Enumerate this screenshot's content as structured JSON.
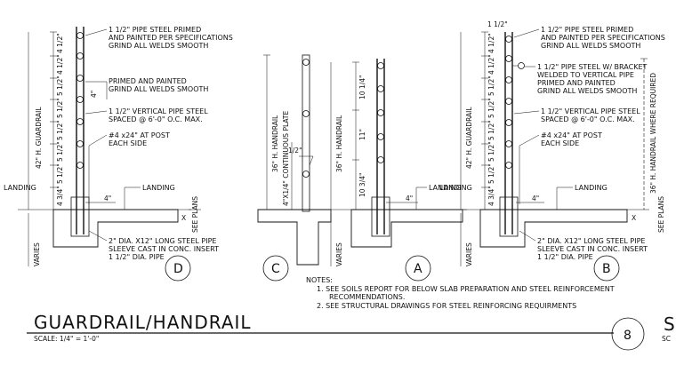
{
  "title": "GUARDRAIL/HANDRAIL",
  "scale": "SCALE: 1/4\" = 1'-0\"",
  "sheet_number": "8",
  "edge_text": "S",
  "edge_scale": "SC",
  "notes": {
    "heading": "NOTES:",
    "items": [
      "1. SEE SOILS REPORT FOR BELOW SLAB PREPARATION AND STEEL REINFORCEMENT",
      "RECOMMENDATIONS.",
      "2. SEE STRUCTURAL DRAWINGS FOR STEEL REINFORCING REQUIRMENTS"
    ]
  },
  "detail_d": {
    "tag": "D",
    "height_dim": "42\" H. GUARDRAIL",
    "dims": [
      "4 1/2\"",
      "4 1/2\"",
      "5 1/2\"",
      "5 1/2\"",
      "5 1/2\"",
      "5 1/2\"",
      "5 1/2\"",
      "4 3/4\""
    ],
    "spacing_dim": "4\"",
    "varies": "VARIES",
    "landing_left": "LANDING",
    "landing_right": "LANDING",
    "callout_pipe": [
      "1 1/2\" PIPE STEEL PRIMED",
      "AND PAINTED PER SPECIFICATIONS",
      "GRIND ALL WELDS SMOOTH"
    ],
    "callout_paint": [
      "PRIMED AND PAINTED",
      "GRIND ALL WELDS SMOOTH"
    ],
    "callout_vertical": [
      "1 1/2\" VERTICAL PIPE STEEL",
      "SPACED @ 6'-0\" O.C. MAX."
    ],
    "callout_rebar": [
      "#4 x24\" AT POST",
      "EACH SIDE"
    ],
    "callout_sleeve": [
      "2\" DIA. X12\" LONG STEEL PIPE",
      "SLEEVE CAST IN CONC. INSERT",
      "1 1/2\" DIA. PIPE"
    ],
    "see_plans": "SEE PLANS",
    "x_mark": "X"
  },
  "detail_c": {
    "tag": "C",
    "height_dim": "36\" H. HANDRAIL",
    "plate": "4\"X1/4\" CONTINUOUS PLATE",
    "offset": "1/2\""
  },
  "detail_a": {
    "tag": "A",
    "height_dim": "36\" H. HANDRAIL",
    "dims": [
      "10 1/4\"",
      "11\"",
      "10 3/4\""
    ],
    "landing": "LANDING",
    "spacing_dim": "4\"",
    "varies": "VARIES"
  },
  "detail_b": {
    "tag": "B",
    "top_dim": "1 1/2\"",
    "height_dim": "42\" H. GUARDRAIL",
    "dims": [
      "4 1/2\"",
      "4 1/2\"",
      "5 1/2\"",
      "5 1/2\"",
      "5 1/2\"",
      "5 1/2\"",
      "5 1/2\"",
      "4 3/4\""
    ],
    "spacing_dim": "4\"",
    "varies": "VARIES",
    "landing_left": "LANDING",
    "landing_right": "LANDING",
    "callout_pipe": [
      "1 1/2\" PIPE STEEL PRIMED",
      "AND PAINTED PER SPECIFICATIONS",
      "GRIND ALL WELDS SMOOTH"
    ],
    "callout_bracket": [
      "1 1/2\" PIPE STEEL W/ BRACKET",
      "WELDED TO VERTICAL PIPE",
      "PRIMED AND PAINTED",
      "GRIND ALL WELDS SMOOTH"
    ],
    "callout_vertical": [
      "1 1/2\" VERTICAL PIPE STEEL",
      "SPACED @ 6'-0\" O.C. MAX."
    ],
    "callout_rebar": [
      "#4 x24\" AT POST",
      "EACH SIDE"
    ],
    "callout_sleeve": [
      "2\" DIA. X12\" LONG STEEL PIPE",
      "SLEEVE CAST IN CONC. INSERT",
      "1 1/2\" DIA. PIPE"
    ],
    "handrail_req": "36\" H. HANDRAIL WHERE REQUIRED",
    "see_plans": "SEE PLANS",
    "x_mark": "X"
  }
}
